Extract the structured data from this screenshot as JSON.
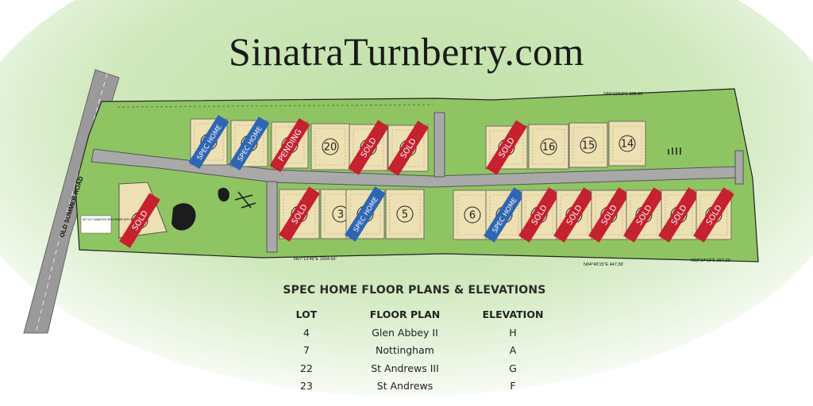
{
  "title": "SinatraTurnberry.com",
  "colors": {
    "grass": "#8fc463",
    "lot": "#ede0b2",
    "road": "#a8a8a8",
    "sold": "#c7202f",
    "spec_home": "#2f66b3",
    "pending": "#c7202f"
  },
  "lots": [
    {
      "num": "23",
      "status": "SPEC HOME"
    },
    {
      "num": "22",
      "status": "SPEC HOME"
    },
    {
      "num": "21",
      "status": "PENDING"
    },
    {
      "num": "20",
      "status": ""
    },
    {
      "num": "19",
      "status": "SOLD"
    },
    {
      "num": "18",
      "status": "SOLD"
    },
    {
      "num": "17",
      "status": "SOLD"
    },
    {
      "num": "16",
      "status": ""
    },
    {
      "num": "15",
      "status": ""
    },
    {
      "num": "14",
      "status": ""
    },
    {
      "num": "1",
      "status": "SOLD"
    },
    {
      "num": "2",
      "status": "SOLD"
    },
    {
      "num": "3",
      "status": ""
    },
    {
      "num": "4",
      "status": "SPEC HOME"
    },
    {
      "num": "5",
      "status": ""
    },
    {
      "num": "6",
      "status": ""
    },
    {
      "num": "7",
      "status": "SPEC HOME"
    },
    {
      "num": "8",
      "status": "SOLD"
    },
    {
      "num": "9",
      "status": "SOLD"
    },
    {
      "num": "10",
      "status": "SOLD"
    },
    {
      "num": "11",
      "status": "SOLD"
    },
    {
      "num": "12",
      "status": "SOLD"
    },
    {
      "num": "13",
      "status": "SOLD"
    }
  ],
  "survey_labels": {
    "road_name": "OLD SUMMER ROAD",
    "bearing_north": "S66°19'53\"E 808.36'",
    "bearing_south_1": "N07°13'49\"E 1604.66'",
    "bearing_south_2": "N04°49'15\"E 447.36'",
    "bearing_south_3": "N03°37'13\"E 297.29'",
    "iron_rebar": "SET 1/2\" DIAMETER IRON REBAR WITH PSA CAP"
  },
  "spec_table": {
    "heading": "SPEC HOME FLOOR PLANS & ELEVATIONS",
    "columns": [
      "LOT",
      "FLOOR PLAN",
      "ELEVATION"
    ],
    "rows": [
      [
        "4",
        "Glen Abbey II",
        "H"
      ],
      [
        "7",
        "Nottingham",
        "A"
      ],
      [
        "22",
        "St Andrews III",
        "G"
      ],
      [
        "23",
        "St Andrews",
        "F"
      ]
    ]
  }
}
